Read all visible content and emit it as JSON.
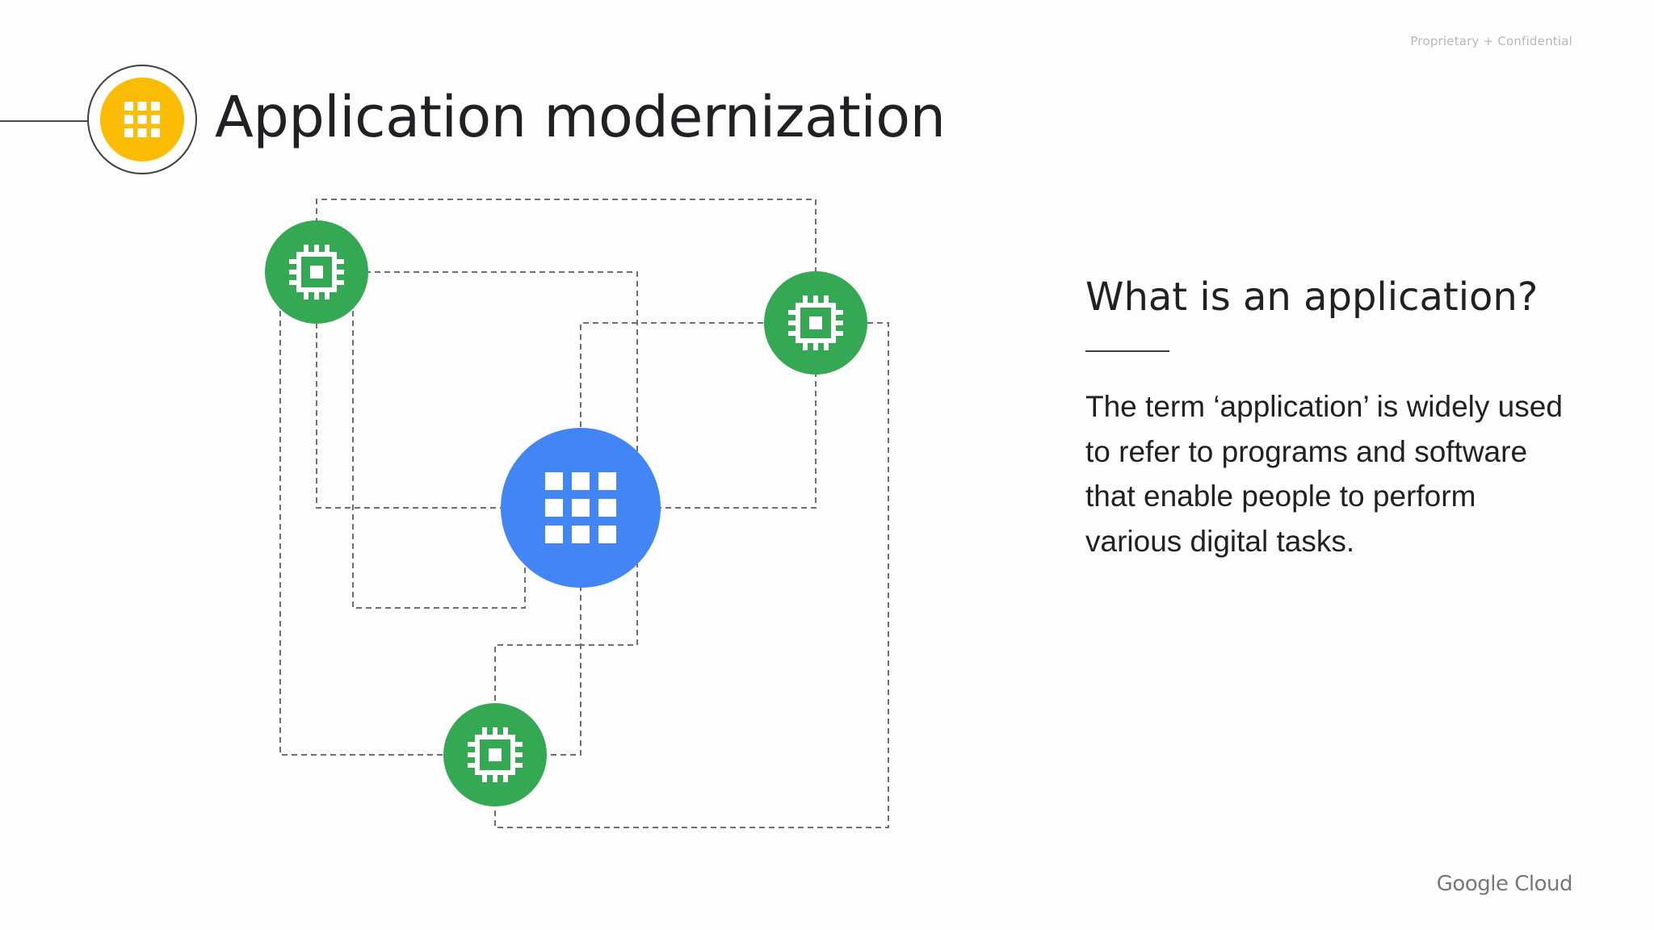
{
  "header": {
    "confidential_label": "Proprietary + Confidential",
    "title": "Application modernization",
    "badge_icon": "apps-grid-icon",
    "badge_color": "#fbbc04"
  },
  "diagram": {
    "hub_icon": "apps-grid-icon",
    "hub_color": "#4285f4",
    "node_icon": "chip-icon",
    "node_color": "#34a853",
    "connector_color": "#6f6f6f"
  },
  "content": {
    "heading": "What is an application?",
    "body": "The term ‘application’ is widely used to refer to programs and software that enable people to perform various digital tasks."
  },
  "footer": {
    "logo_text": "Google Cloud"
  }
}
